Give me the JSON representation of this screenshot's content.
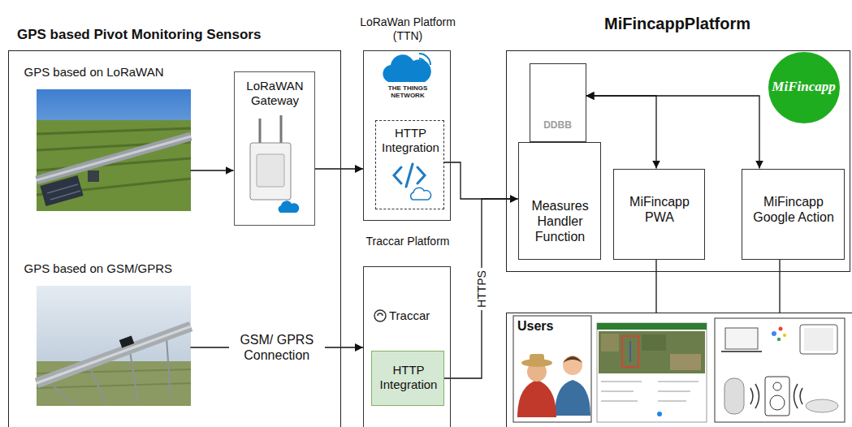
{
  "diagram": {
    "nodes": [
      {
        "text": [
          "GPS based Pivot Monitoring Sensors"
        ]
      },
      {
        "text": [
          "GPS based on LoRaWAN"
        ],
        "in": 0
      },
      {
        "text": [
          "LoRaWAN Gateway"
        ],
        "in": 0
      },
      {
        "text": [
          "GPS based on GSM/GPRS"
        ],
        "in": 0
      },
      {
        "text": [
          "LoRaWan Platform (TTN)",
          "THE THINGS NETWORK"
        ]
      },
      {
        "text": [
          "HTTP Integration"
        ],
        "in": 4
      },
      {
        "text": [
          "Traccar Platform",
          "Traccar"
        ]
      },
      {
        "text": [
          "HTTP Integration"
        ],
        "in": 6
      },
      {
        "text": [
          "MiFincappPlatform"
        ]
      },
      {
        "text": [
          "DDBB"
        ],
        "in": 8
      },
      {
        "text": [
          "Measures Handler Function"
        ],
        "in": 8
      },
      {
        "text": [
          "MiFincapp PWA"
        ],
        "in": 8
      },
      {
        "text": [
          "MiFincapp Google Action"
        ],
        "in": 8
      },
      {
        "text": [
          "MiFincapp"
        ],
        "in": 8
      },
      {
        "text": [
          "Users"
        ]
      }
    ],
    "edges": [
      {
        "from": 1,
        "to": 2,
        "arrow": "to"
      },
      {
        "from": 2,
        "to": 4,
        "arrow": "to"
      },
      {
        "from": 3,
        "to": 6,
        "arrow": "to",
        "label": "GSM/ GPRS Connection"
      },
      {
        "from": 5,
        "to": 10,
        "arrow": "to"
      },
      {
        "from": 7,
        "to": 10,
        "arrow": "to",
        "label": "HTTPS"
      },
      {
        "from": 9,
        "to": 11,
        "arrow": "both"
      },
      {
        "from": 9,
        "to": 12,
        "arrow": "both"
      },
      {
        "from": 11,
        "to": 14,
        "arrow": "none"
      },
      {
        "from": 12,
        "to": 14,
        "arrow": "none"
      }
    ]
  }
}
